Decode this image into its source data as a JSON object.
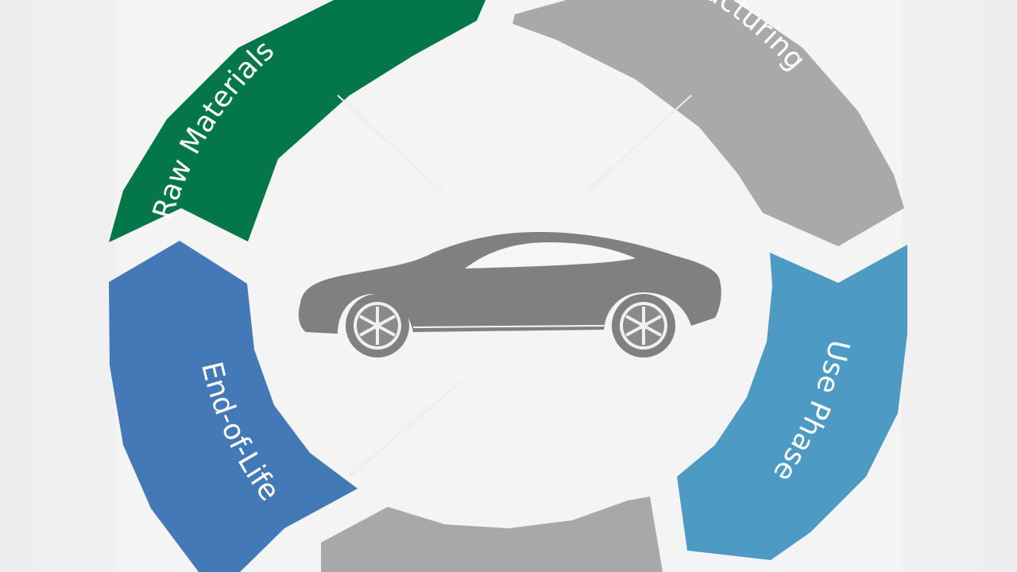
{
  "diagram": {
    "segments": [
      {
        "id": "raw-materials",
        "label": "Raw Materials",
        "color": "#03764a"
      },
      {
        "id": "manufacturing",
        "label": "Manufacturing",
        "color": "#a9a9a9"
      },
      {
        "id": "use-phase",
        "label": "Use Phase",
        "color": "#4d9bc4"
      },
      {
        "id": "bottom",
        "label": "",
        "color": "#a8a8a8"
      },
      {
        "id": "end-of-life",
        "label": "End-of-Life",
        "color": "#4479b8"
      }
    ],
    "center": {
      "icon": "car-icon",
      "background": "#f6f6f6",
      "car_color": "#808080"
    },
    "page_background": "#f2f2f2"
  }
}
